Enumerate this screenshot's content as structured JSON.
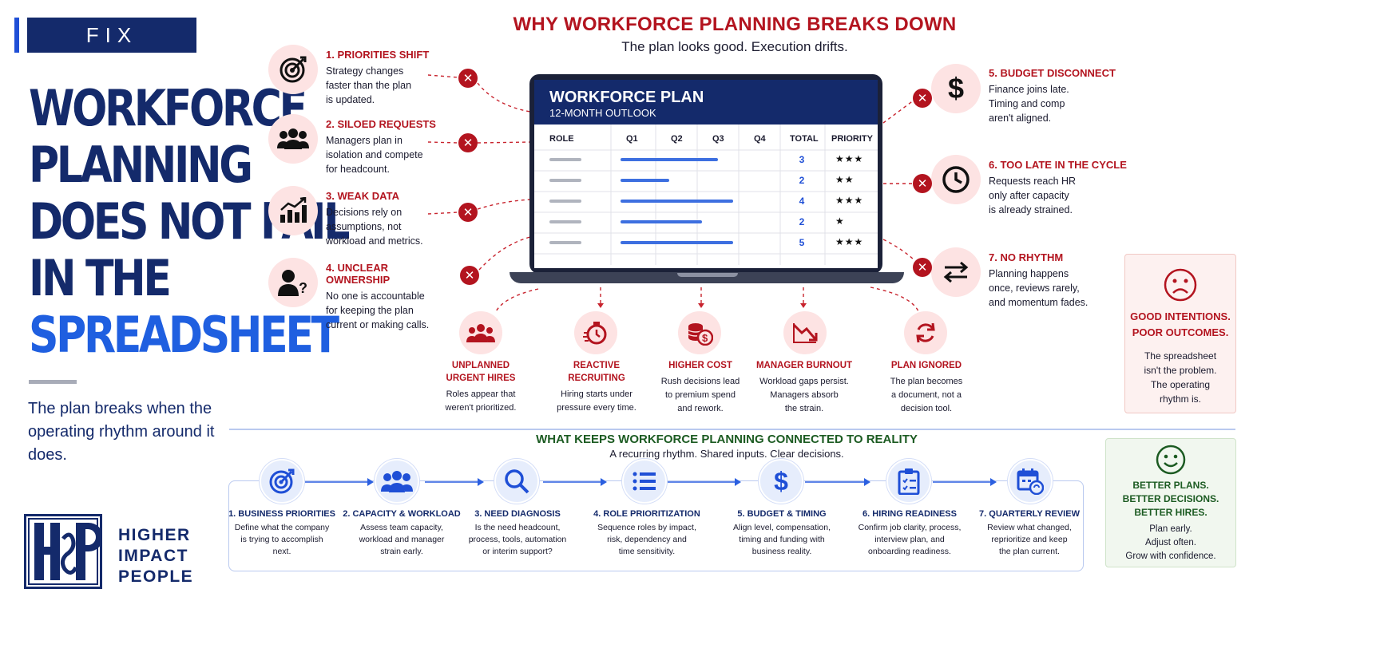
{
  "badge": "FIX",
  "title": {
    "line1": "WORKFORCE",
    "line2": "PLANNING",
    "line3": "DOES NOT FAIL",
    "line4": "IN THE",
    "line5": "SPREADSHEET"
  },
  "subtitle": "The plan breaks when the operating rhythm around it does.",
  "logo": {
    "monogram": "HiP",
    "line1": "HIGHER",
    "line2": "IMPACT",
    "line3": "PEOPLE"
  },
  "why": {
    "title": "WHY WORKFORCE PLANNING BREAKS DOWN",
    "subtitle": "The plan looks good. Execution drifts."
  },
  "issues_left": [
    {
      "title": "1. PRIORITIES SHIFT",
      "body": [
        "Strategy changes",
        "faster than the plan",
        "is updated."
      ],
      "icon": "target-icon"
    },
    {
      "title": "2. SILOED REQUESTS",
      "body": [
        "Managers plan in",
        "isolation and compete",
        "for headcount."
      ],
      "icon": "people-icon"
    },
    {
      "title": "3. WEAK DATA",
      "body": [
        "Decisions rely on",
        "assumptions, not",
        "workload and metrics."
      ],
      "icon": "bar-chart-icon"
    },
    {
      "title": "4. UNCLEAR OWNERSHIP",
      "body": [
        "No one is accountable",
        "for keeping the plan",
        "current or making calls."
      ],
      "icon": "person-question-icon"
    }
  ],
  "issues_right": [
    {
      "title": "5. BUDGET DISCONNECT",
      "body": [
        "Finance joins late.",
        "Timing and comp",
        "aren't aligned."
      ],
      "icon": "dollar-icon"
    },
    {
      "title": "6. TOO LATE IN THE CYCLE",
      "body": [
        "Requests reach HR",
        "only after capacity",
        "is already strained."
      ],
      "icon": "clock-icon"
    },
    {
      "title": "7. NO RHYTHM",
      "body": [
        "Planning happens",
        "once, reviews rarely,",
        "and momentum fades."
      ],
      "icon": "swap-arrows-icon"
    }
  ],
  "plan": {
    "title": "WORKFORCE PLAN",
    "subtitle": "12-MONTH OUTLOOK",
    "headers": [
      "ROLE",
      "Q1",
      "Q2",
      "Q3",
      "Q4",
      "TOTAL",
      "PRIORITY"
    ],
    "rows": [
      {
        "total": "3",
        "priority": "★★★",
        "fill": 0.62
      },
      {
        "total": "2",
        "priority": "★★",
        "fill": 0.31
      },
      {
        "total": "4",
        "priority": "★★★",
        "fill": 0.72
      },
      {
        "total": "2",
        "priority": "★",
        "fill": 0.52
      },
      {
        "total": "5",
        "priority": "★★★",
        "fill": 0.72
      }
    ]
  },
  "consequences": [
    {
      "title": [
        "UNPLANNED",
        "URGENT HIRES"
      ],
      "body": [
        "Roles appear that",
        "weren't prioritized."
      ],
      "icon": "group-icon"
    },
    {
      "title": [
        "REACTIVE",
        "RECRUITING"
      ],
      "body": [
        "Hiring starts under",
        "pressure every time."
      ],
      "icon": "stopwatch-icon"
    },
    {
      "title": [
        "HIGHER COST"
      ],
      "body": [
        "Rush decisions lead",
        "to premium spend",
        "and rework."
      ],
      "icon": "coins-icon"
    },
    {
      "title": [
        "MANAGER BURNOUT"
      ],
      "body": [
        "Workload gaps persist.",
        "Managers absorb",
        "the strain."
      ],
      "icon": "trend-down-icon"
    },
    {
      "title": [
        "PLAN IGNORED"
      ],
      "body": [
        "The plan becomes",
        "a document, not a",
        "decision tool."
      ],
      "icon": "refresh-icon"
    }
  ],
  "bad_box": {
    "title": [
      "GOOD INTENTIONS.",
      "POOR OUTCOMES."
    ],
    "body": [
      "The spreadsheet",
      "isn't the problem.",
      "The operating",
      "rhythm is."
    ]
  },
  "keep": {
    "title": "WHAT KEEPS WORKFORCE PLANNING CONNECTED TO REALITY",
    "subtitle": "A recurring rhythm. Shared inputs. Clear decisions."
  },
  "steps": [
    {
      "title": "1. BUSINESS PRIORITIES",
      "body": [
        "Define what the company",
        "is trying to accomplish",
        "next."
      ],
      "icon": "target-icon"
    },
    {
      "title": "2. CAPACITY & WORKLOAD",
      "body": [
        "Assess team capacity,",
        "workload and manager",
        "strain early."
      ],
      "icon": "team-icon"
    },
    {
      "title": "3. NEED DIAGNOSIS",
      "body": [
        "Is the need headcount,",
        "process, tools, automation",
        "or interim support?"
      ],
      "icon": "magnifier-icon"
    },
    {
      "title": "4. ROLE PRIORITIZATION",
      "body": [
        "Sequence roles by impact,",
        "risk, dependency and",
        "time sensitivity."
      ],
      "icon": "list-icon"
    },
    {
      "title": "5. BUDGET & TIMING",
      "body": [
        "Align level, compensation,",
        "timing and funding with",
        "business reality."
      ],
      "icon": "dollar-icon"
    },
    {
      "title": "6. HIRING READINESS",
      "body": [
        "Confirm job clarity, process,",
        "interview plan, and",
        "onboarding readiness."
      ],
      "icon": "clipboard-icon"
    },
    {
      "title": "7. QUARTERLY REVIEW",
      "body": [
        "Review what changed,",
        "reprioritize and keep",
        "the plan current."
      ],
      "icon": "calendar-refresh-icon"
    }
  ],
  "good_box": {
    "title": [
      "BETTER PLANS.",
      "BETTER DECISIONS.",
      "BETTER HIRES."
    ],
    "body": [
      "Plan early.",
      "Adjust often.",
      "Grow with confidence."
    ]
  },
  "colors": {
    "navy": "#142a6b",
    "red": "#b3141f",
    "blue": "#1f5fe0",
    "green": "#1c5b22"
  }
}
